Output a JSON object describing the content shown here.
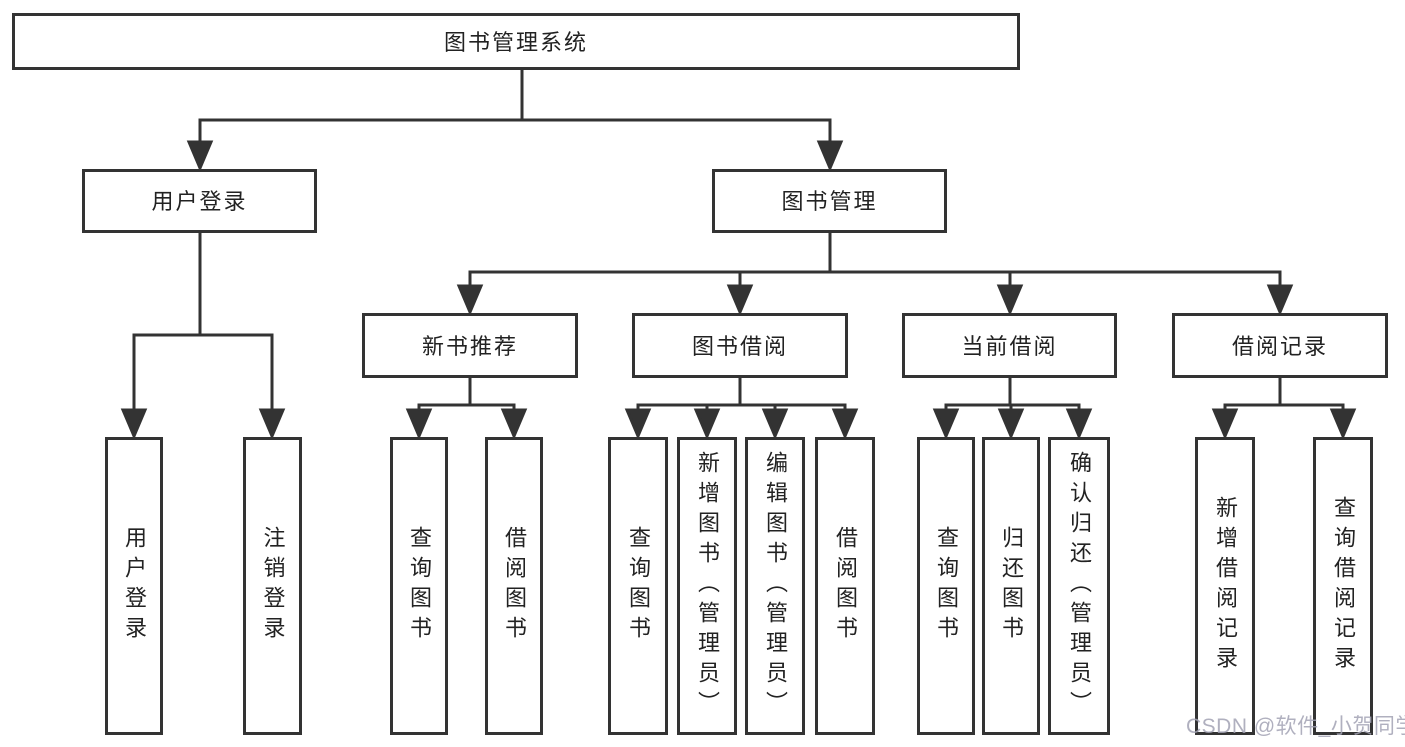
{
  "diagram_title": "图书管理系统",
  "tree": {
    "label": "图书管理系统",
    "children": [
      {
        "label": "用户登录",
        "children": [
          {
            "label": "用户登录"
          },
          {
            "label": "注销登录"
          }
        ]
      },
      {
        "label": "图书管理",
        "children": [
          {
            "label": "新书推荐",
            "children": [
              {
                "label": "查询图书"
              },
              {
                "label": "借阅图书"
              }
            ]
          },
          {
            "label": "图书借阅",
            "children": [
              {
                "label": "查询图书"
              },
              {
                "label": "新增图书（管理员）"
              },
              {
                "label": "编辑图书（管理员）"
              },
              {
                "label": "借阅图书"
              }
            ]
          },
          {
            "label": "当前借阅",
            "children": [
              {
                "label": "查询图书"
              },
              {
                "label": "归还图书"
              },
              {
                "label": "确认归还（管理员）"
              }
            ]
          },
          {
            "label": "借阅记录",
            "children": [
              {
                "label": "新增借阅记录"
              },
              {
                "label": "查询借阅记录"
              }
            ]
          }
        ]
      }
    ]
  },
  "watermark": "CSDN @软件_小贺同学",
  "colors": {
    "line": "#333333",
    "box_background": "#ffffff",
    "text": "#222222",
    "watermark_text": "#a3a3b4"
  }
}
